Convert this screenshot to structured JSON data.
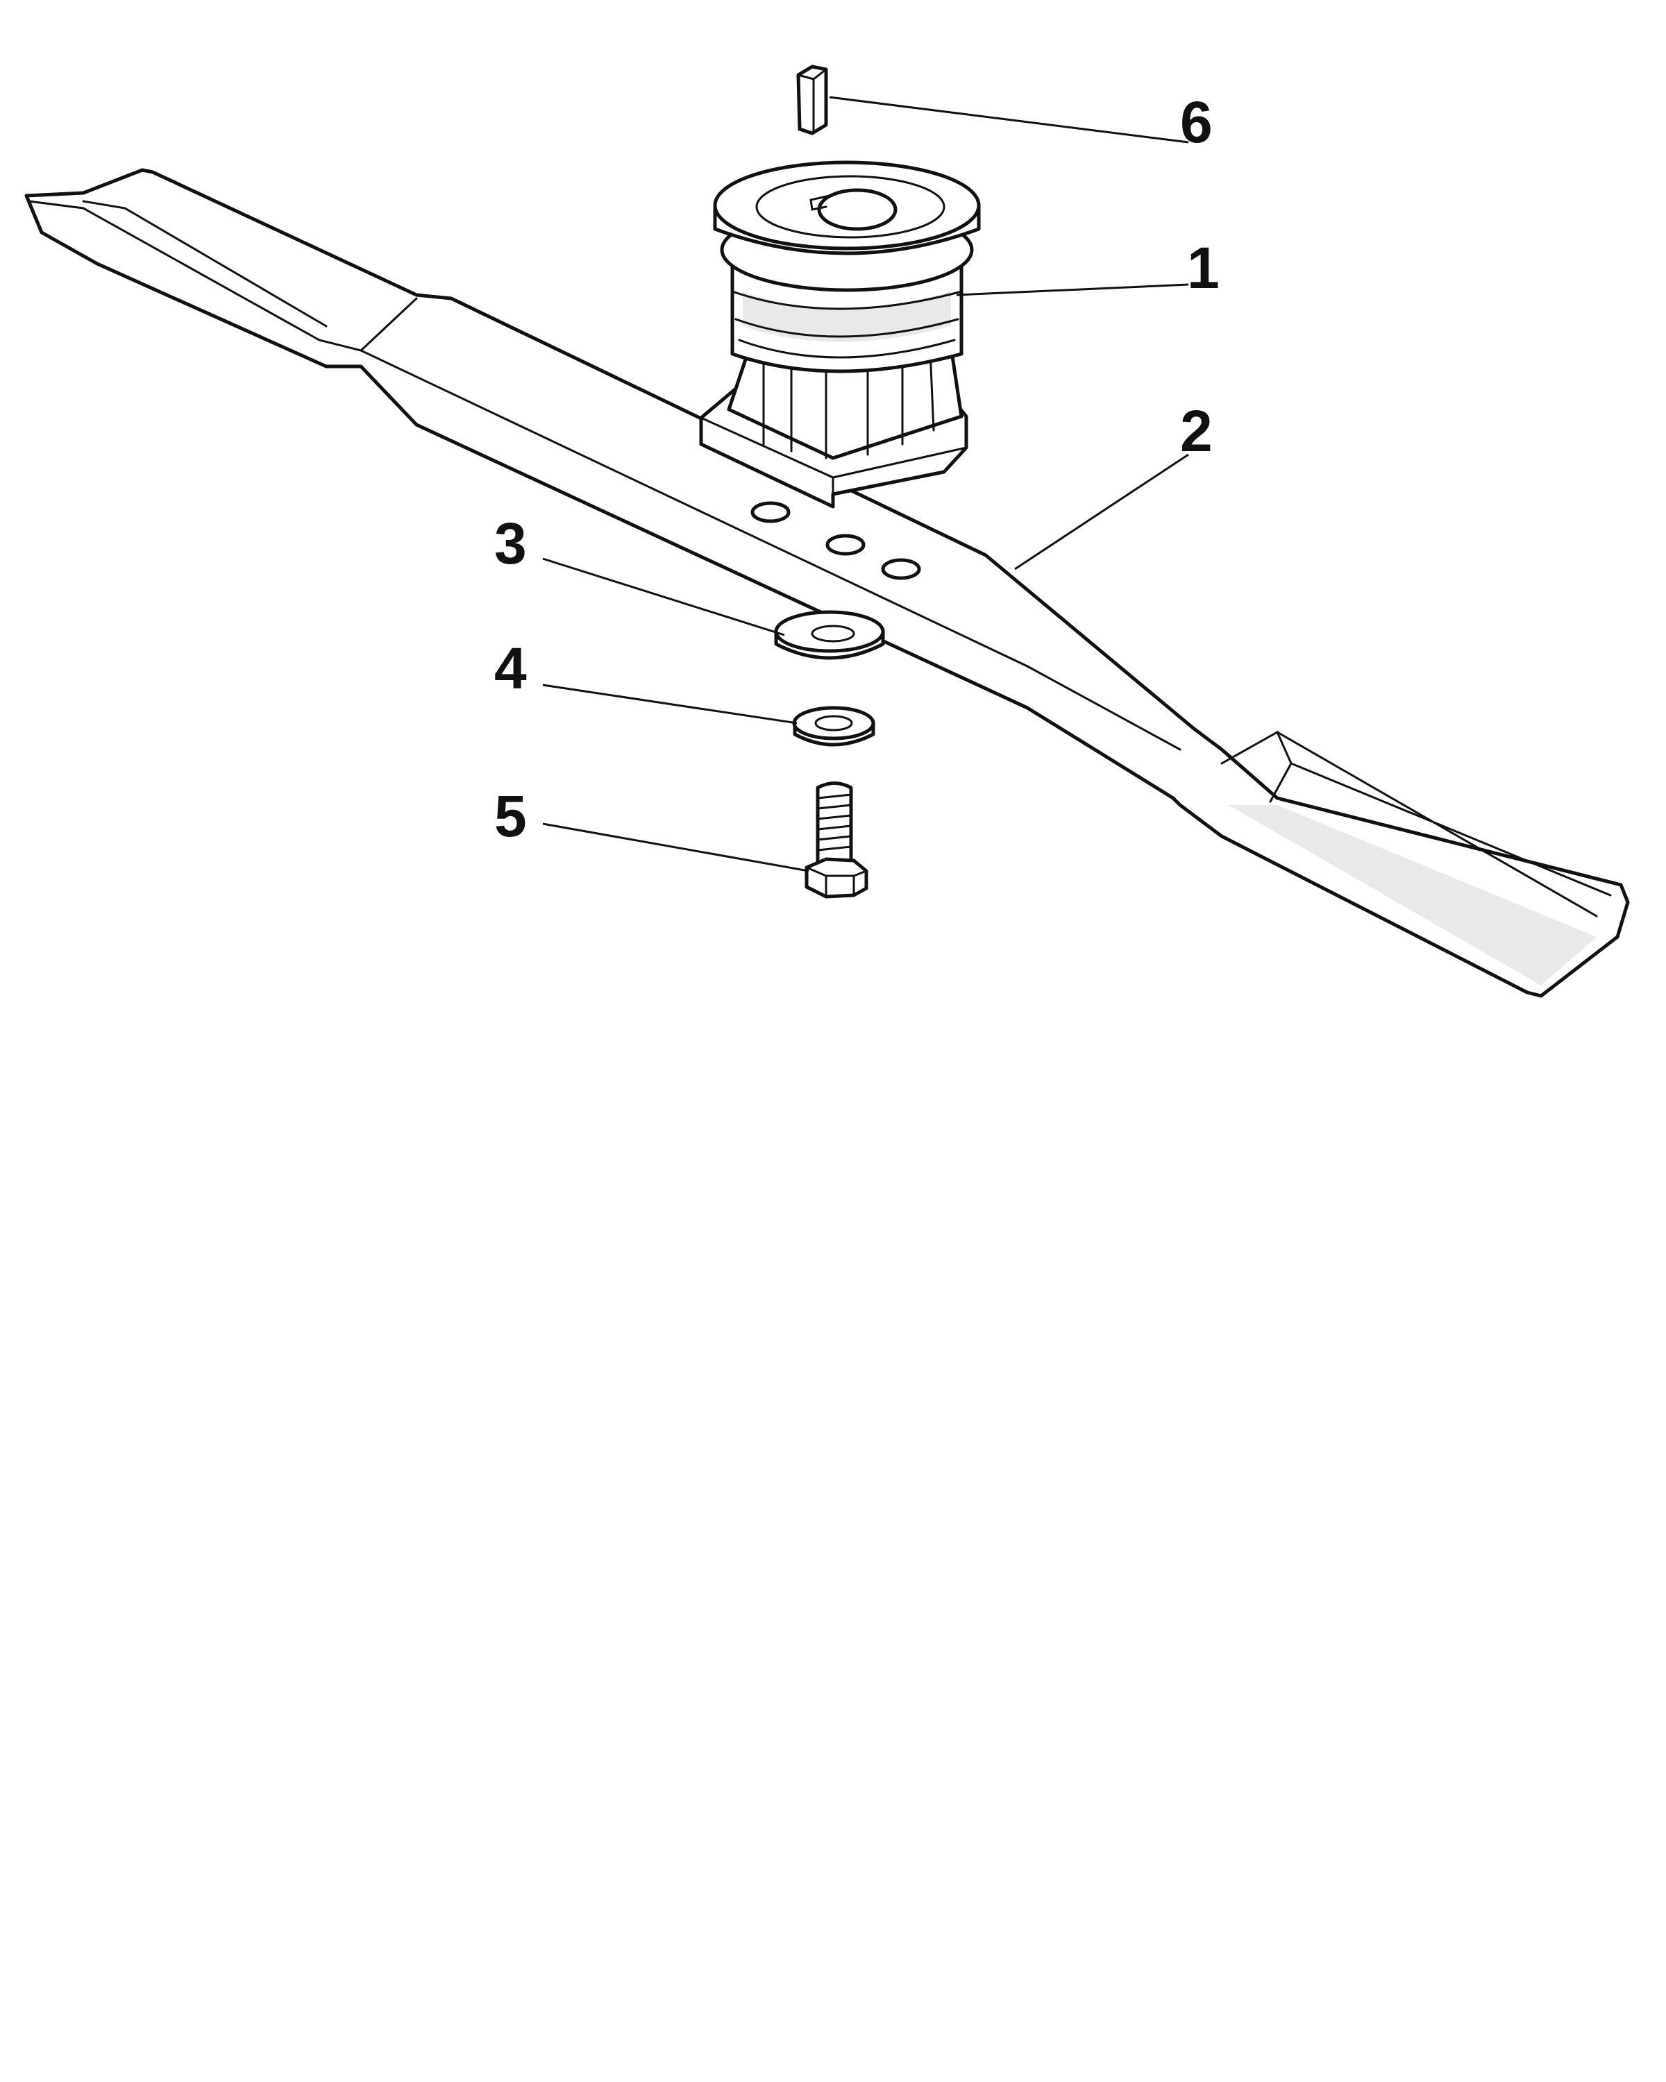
{
  "diagram": {
    "callouts": [
      {
        "id": "6",
        "label": "6"
      },
      {
        "id": "1",
        "label": "1"
      },
      {
        "id": "2",
        "label": "2"
      },
      {
        "id": "3",
        "label": "3"
      },
      {
        "id": "4",
        "label": "4"
      },
      {
        "id": "5",
        "label": "5"
      }
    ]
  }
}
